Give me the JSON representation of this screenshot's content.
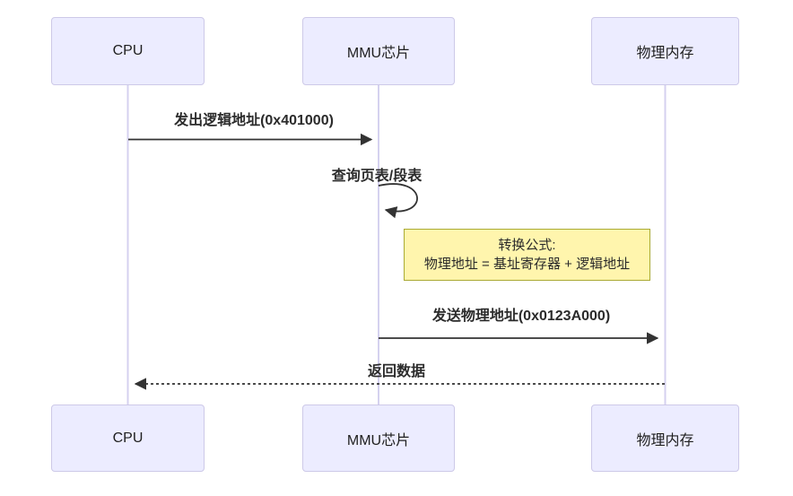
{
  "diagram": {
    "type": "sequence-diagram",
    "actors": [
      {
        "id": "cpu",
        "label": "CPU"
      },
      {
        "id": "mmu",
        "label": "MMU芯片"
      },
      {
        "id": "memory",
        "label": "物理内存"
      }
    ],
    "messages": [
      {
        "from": "cpu",
        "to": "mmu",
        "line": "solid",
        "label": "发出逻辑地址(0x401000)"
      },
      {
        "from": "mmu",
        "to": "mmu",
        "line": "self-loop",
        "label": "查询页表/段表"
      },
      {
        "from": "mmu",
        "to": "memory",
        "line": "solid",
        "label": "发送物理地址(0x0123A000)"
      },
      {
        "from": "memory",
        "to": "cpu",
        "line": "dashed",
        "label": "返回数据"
      }
    ],
    "note": {
      "line1": "转换公式:",
      "line2": "物理地址 = 基址寄存器 + 逻辑地址"
    },
    "colors": {
      "actor_fill": "#ECECFF",
      "actor_border": "#cdc9e8",
      "lifeline": "#d5d1ef",
      "arrow": "#333333",
      "message_text": "#2b2b2b",
      "note_fill": "#fff5ad",
      "note_border": "#aaaa33",
      "background": "#ffffff"
    }
  }
}
